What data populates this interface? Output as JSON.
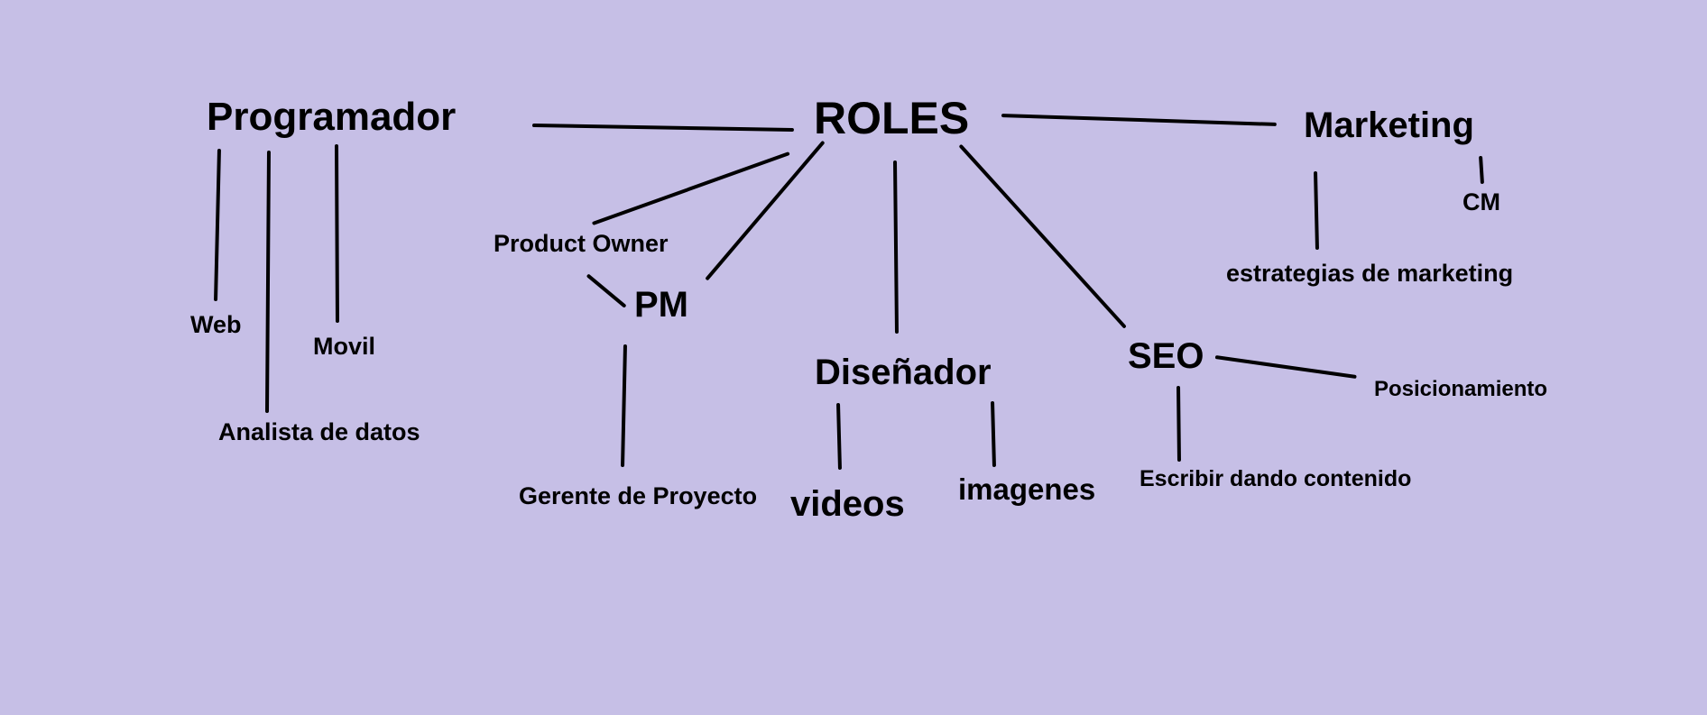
{
  "diagram": {
    "background": "#c6bfe6",
    "line_color": "#000000",
    "nodes": {
      "roles": "ROLES",
      "programador": "Programador",
      "marketing": "Marketing",
      "cm": "CM",
      "estrategias": "estrategias de marketing",
      "product_owner": "Product Owner",
      "pm": "PM",
      "gerente": "Gerente de Proyecto",
      "disenador": "Diseñador",
      "videos": "videos",
      "imagenes": "imagenes",
      "seo": "SEO",
      "posicionamiento": "Posicionamiento",
      "escribir": "Escribir dando contenido",
      "web": "Web",
      "movil": "Movil",
      "analista": "Analista de datos"
    },
    "connections": [
      [
        "roles",
        "programador"
      ],
      [
        "roles",
        "marketing"
      ],
      [
        "roles",
        "product_owner"
      ],
      [
        "roles",
        "pm"
      ],
      [
        "roles",
        "disenador"
      ],
      [
        "roles",
        "seo"
      ],
      [
        "programador",
        "web"
      ],
      [
        "programador",
        "analista"
      ],
      [
        "programador",
        "movil"
      ],
      [
        "marketing",
        "estrategias"
      ],
      [
        "marketing",
        "cm"
      ],
      [
        "product_owner",
        "pm"
      ],
      [
        "pm",
        "gerente"
      ],
      [
        "disenador",
        "videos"
      ],
      [
        "disenador",
        "imagenes"
      ],
      [
        "seo",
        "posicionamiento"
      ],
      [
        "seo",
        "escribir"
      ]
    ]
  }
}
